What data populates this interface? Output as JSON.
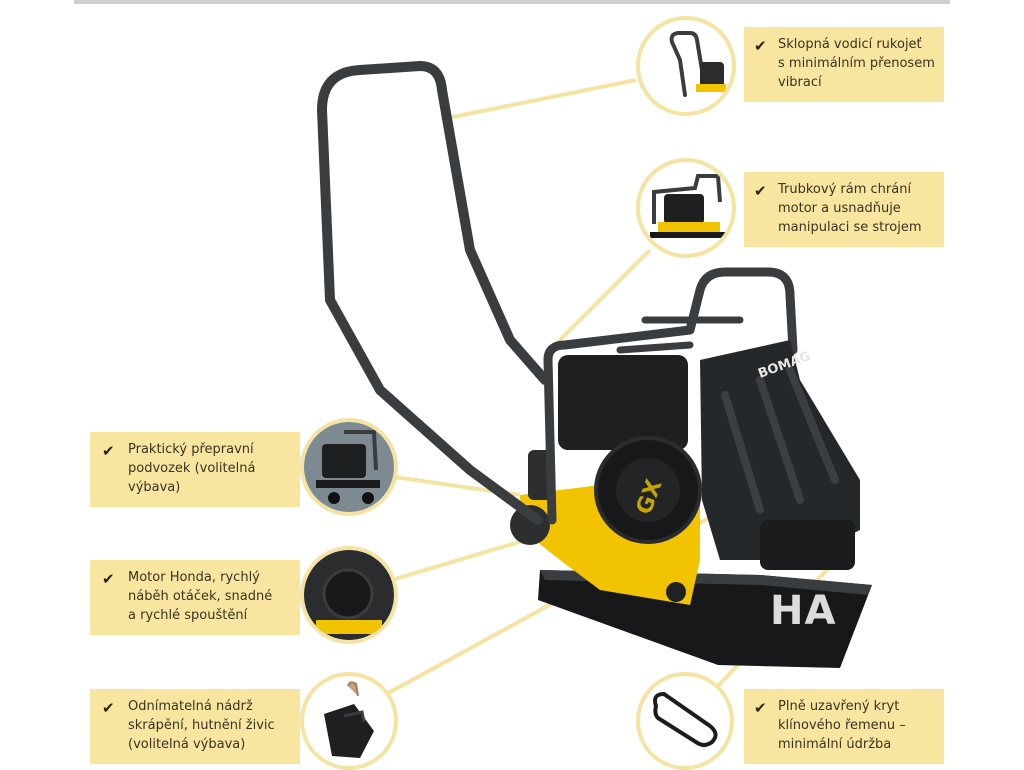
{
  "colors": {
    "callout_bg": "#f8e6a0",
    "thumb_ring": "#f5e3a2",
    "machine_yellow": "#f2c300",
    "frame_dark": "#3a3d40"
  },
  "icons": {
    "check": "✔"
  },
  "brand": {
    "machine_label": "BOMAG",
    "engine_label": "GX",
    "watermark": "HA"
  },
  "callouts": [
    {
      "id": "handle",
      "text": "Sklopná vodicí rukojeť\ns minimálním přenosem\nvibrací"
    },
    {
      "id": "frame",
      "text": "Trubkový rám chrání\nmotor a usnadňuje\nmanipulaci se strojem"
    },
    {
      "id": "trolley",
      "text": "Praktický přepravní\npodvozek (volitelná\nvýbava)"
    },
    {
      "id": "engine",
      "text": "Motor Honda, rychlý\nnáběh otáček, snadné\na rychlé spouštění"
    },
    {
      "id": "tank",
      "text": "Odnímatelná nádrž\nskrápění, hutnění živic\n(volitelná výbava)"
    },
    {
      "id": "belt",
      "text": "Plně uzavřený kryt\nklínového řemenu –\nminimální údržba"
    }
  ]
}
